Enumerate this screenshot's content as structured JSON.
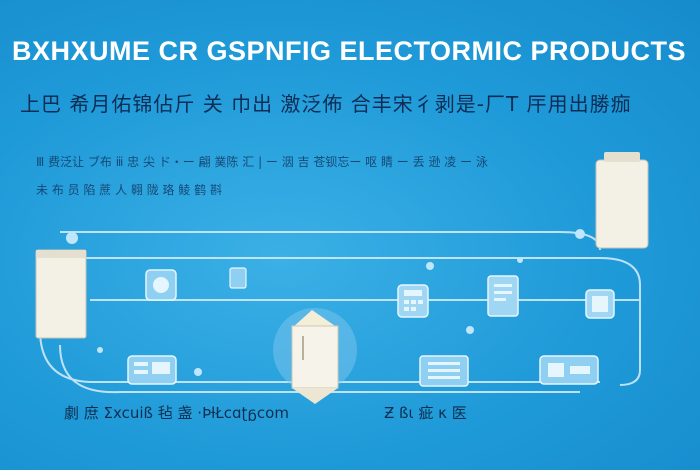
{
  "header": {
    "title": "BXHXUME CR GSPNFIG ELECTORMIC PRODUCTS",
    "subtitle": "上巴 希月佑锦佔斤 关 巾出  激泛佈 合丰宋彳剥是-厂T 厈用出勝痂"
  },
  "body": {
    "line1": "Ⅲ 费泛让 ブ布 ⅲ 忠 尖 ド・ー 翩 菐陈 汇 | ー 洇 吉 苍钡忘ー 呕 睛 ー 丢 逊 凌 ー 泳",
    "line2": "未 布 员 陷 蔗 人 翱 陇 珞 鲮 鹤 斟"
  },
  "footer": {
    "left": "劇 庶 Σxcuiß 毡 盏 ·ÞƚŁϲɑʈᵷϲom",
    "right": "Ƶ ßɩ 疵 κ 医"
  },
  "colors": {
    "background": "#1f9ad8",
    "title": "#ffffff",
    "text": "#0d2d55",
    "box": "#f3f0e6",
    "track": "#cfeafb"
  }
}
